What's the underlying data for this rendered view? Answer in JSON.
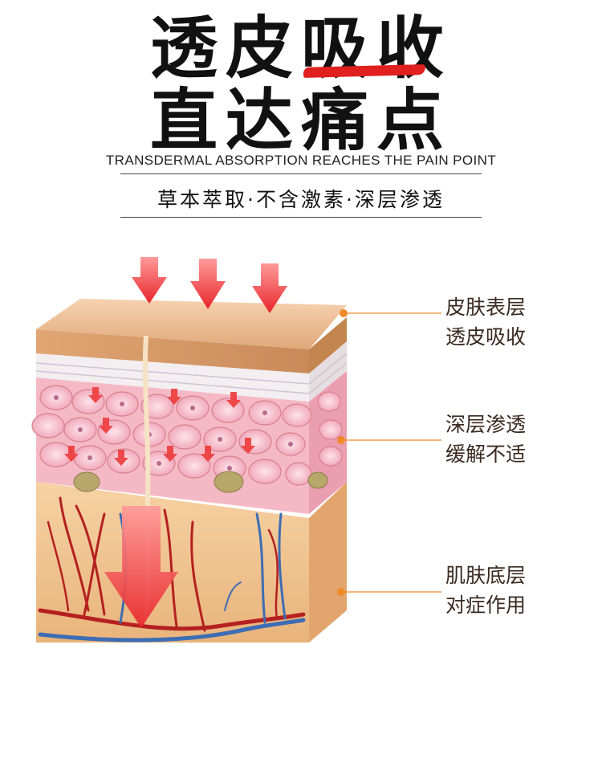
{
  "title": {
    "line1": "透皮吸收",
    "line2": "直达痛点"
  },
  "subtitle_en": "TRANSDERMAL ABSORPTION REACHES THE PAIN POINT",
  "subtitle_cn": "草本萃取·不含激素·深层渗透",
  "callouts": [
    {
      "line1": "皮肤表层",
      "line2": "透皮吸收"
    },
    {
      "line1": "深层渗透",
      "line2": "缓解不适"
    },
    {
      "line1": "肌肤底层",
      "line2": "对症作用"
    }
  ],
  "colors": {
    "accent_red": "#e01f1f",
    "arrow_red": "#f04848",
    "callout_dot": "#f08a2a",
    "skin_top": "#e9b98f",
    "dermis_pink": "#f3b8c4",
    "subcutis": "#f1c99a"
  },
  "icons": [
    "down-arrow-icon"
  ]
}
